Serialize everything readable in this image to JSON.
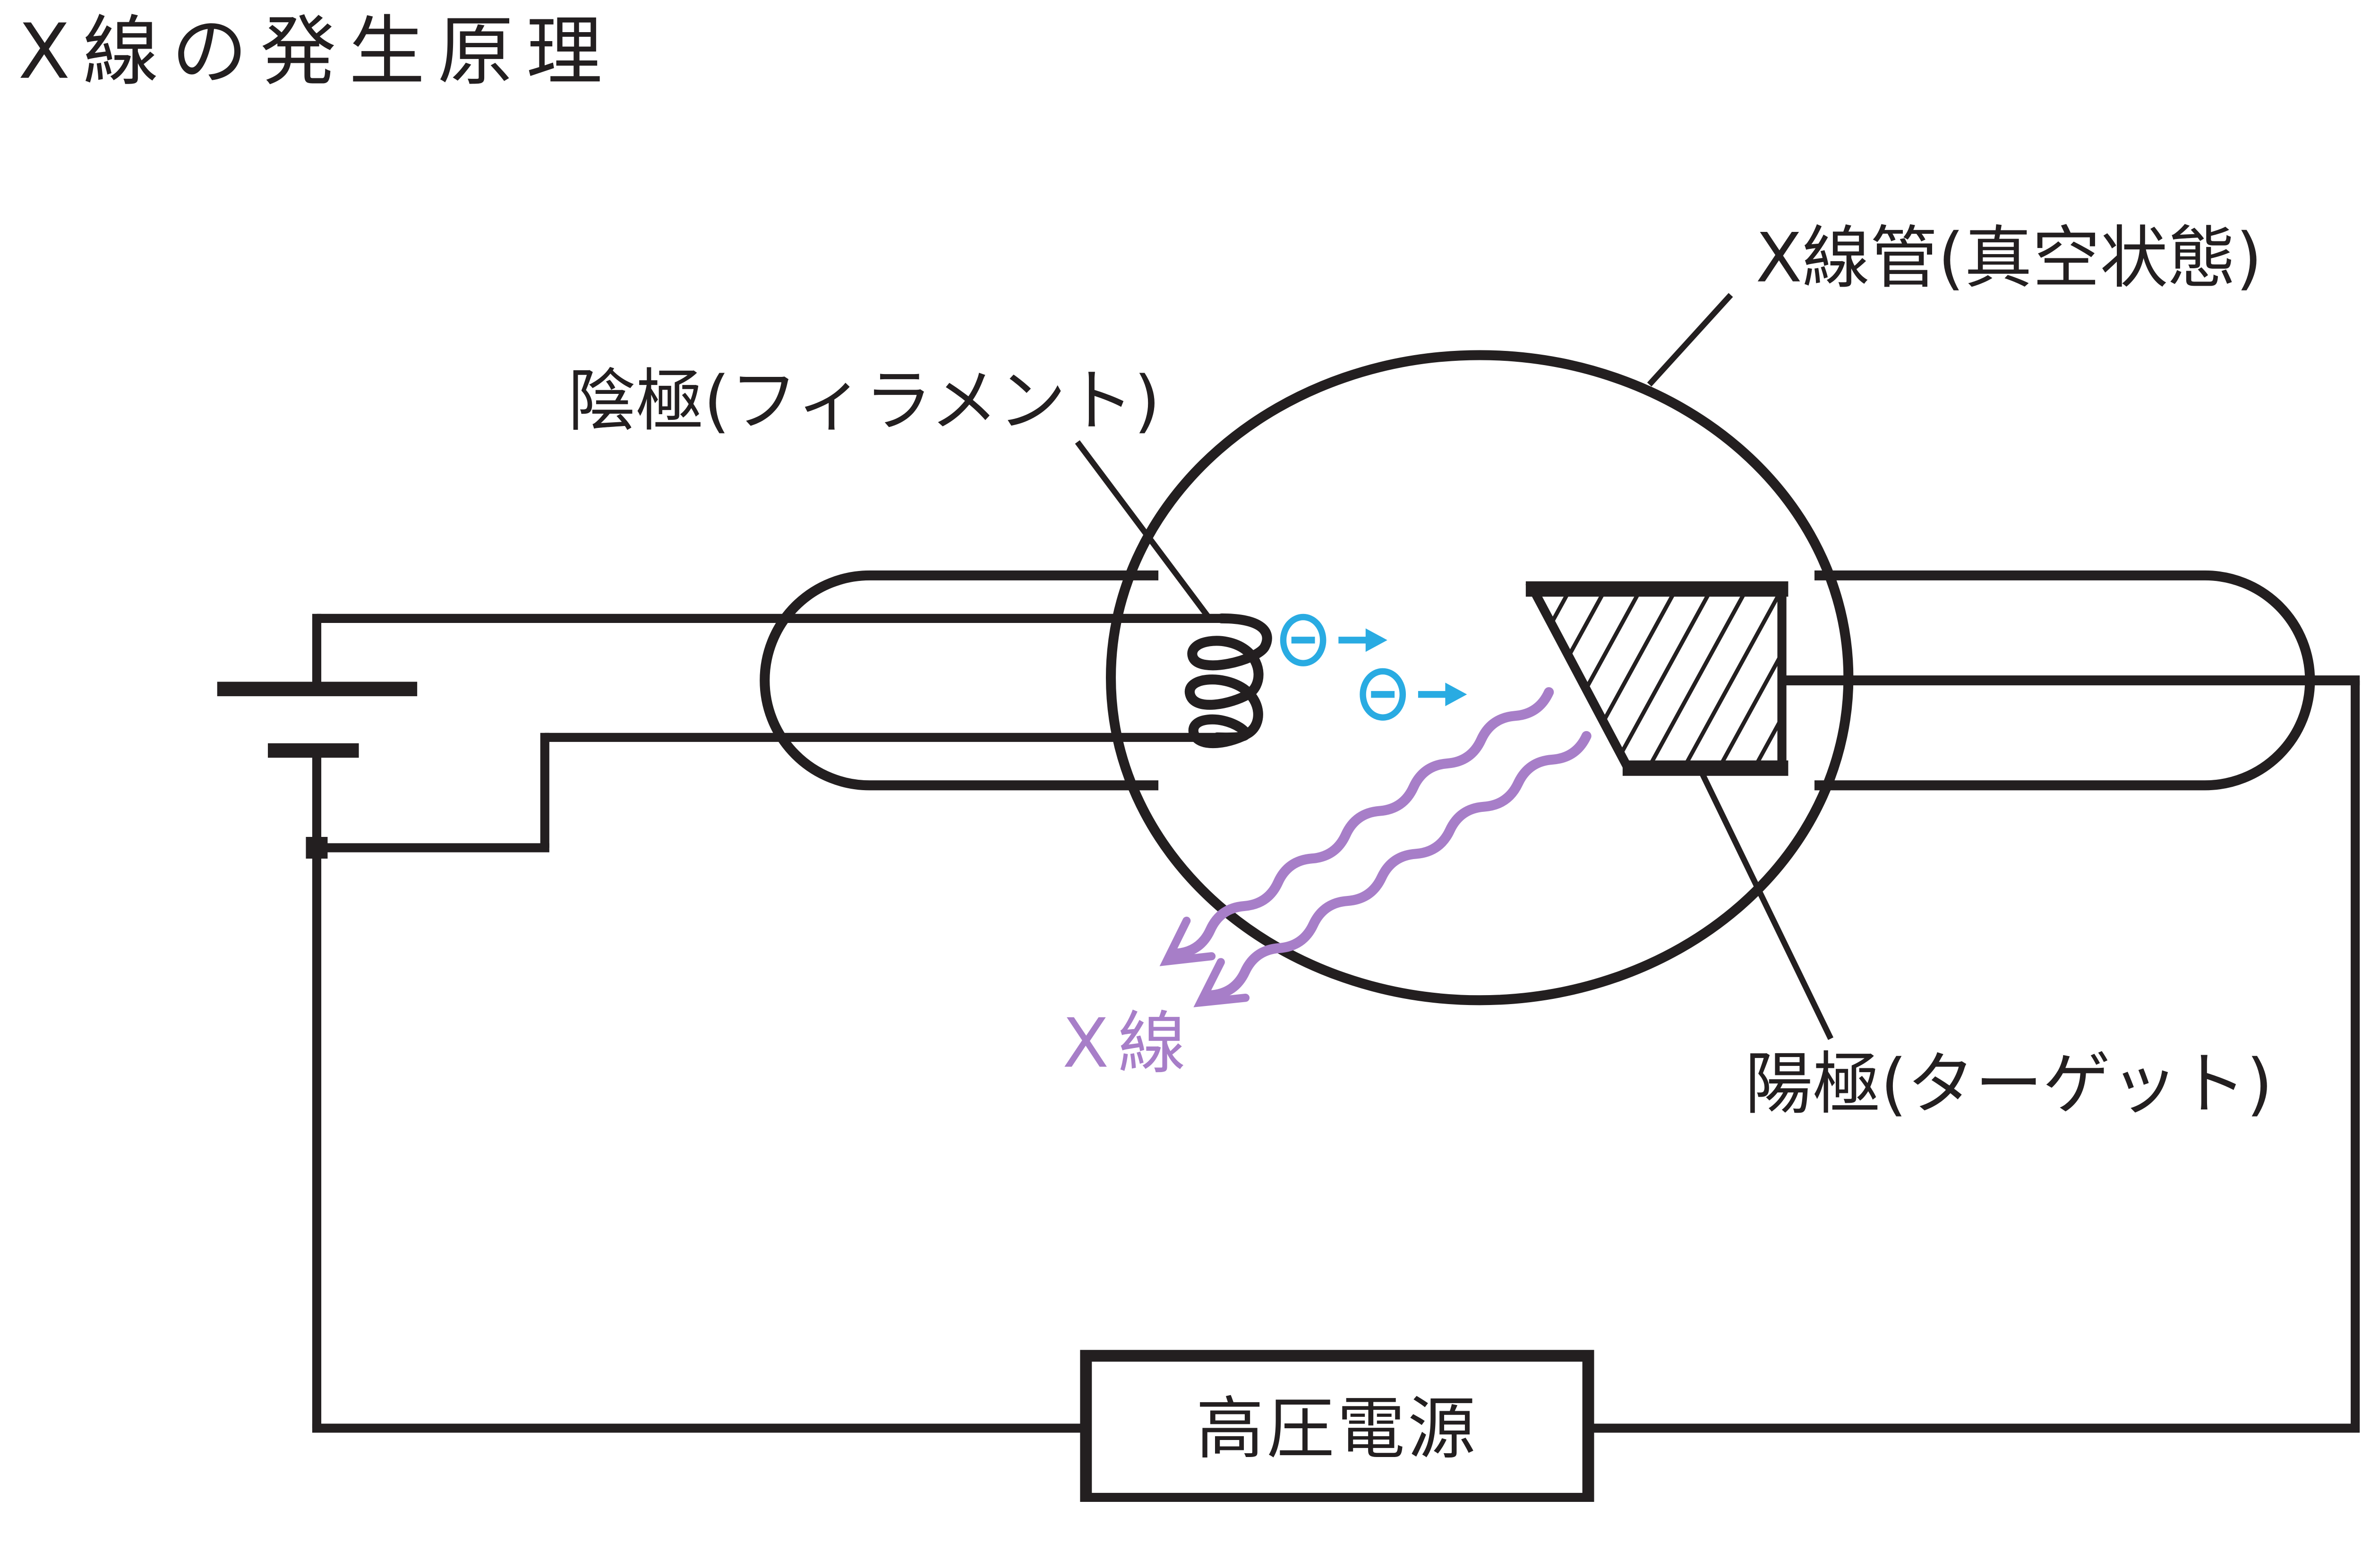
{
  "title": "X線の発生原理",
  "labels": {
    "tube": "X線管(真空状態)",
    "cathode": "陰極(フィラメント)",
    "anode": "陽極(ターゲット)",
    "xray": "X線",
    "power_supply": "高圧電源"
  },
  "icons": {
    "electron_icon": "⊖→ (electron moving right)",
    "filament_coil_icon": "spiral filament coil",
    "battery_icon": "battery long/short plate symbol",
    "xray_wave_icon": "wavy arrow (X-ray photon)",
    "target_block_icon": "hatched trapezoid target"
  },
  "colors": {
    "ink": "#231F20",
    "electron": "#29ABE2",
    "xray": "#A77EC8",
    "background": "#FFFFFF"
  }
}
